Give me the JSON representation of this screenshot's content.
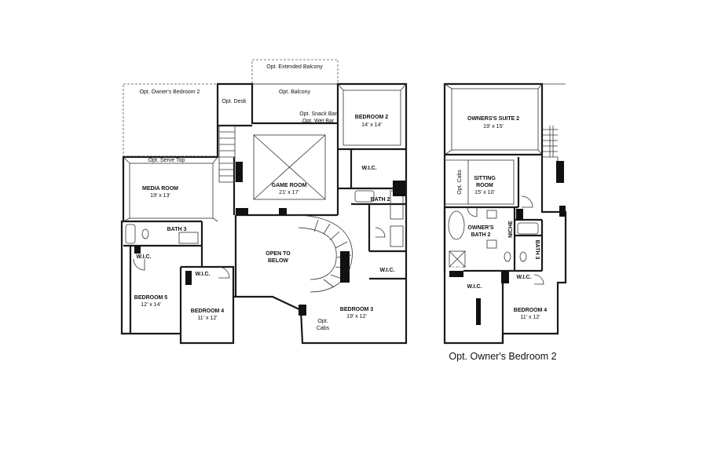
{
  "left_plan": {
    "opt_extended_balcony": "Opt. Extended Balcony",
    "opt_owners_bedroom_2": "Opt. Owner's Bedroom 2",
    "opt_balcony": "Opt. Balcony",
    "opt_desk": "Opt. Desk",
    "opt_snack_bar": "Opt. Snack Bar",
    "opt_wet_bar": "Opt. Wet Bar",
    "opt_serve_top": "Opt. Serve Top",
    "bedroom_2": {
      "name": "BEDROOM 2",
      "dims": "14' x 14'"
    },
    "media_room": {
      "name": "MEDIA ROOM",
      "dims": "19' x 13'"
    },
    "game_room": {
      "name": "GAME ROOM",
      "dims": "21' x 17'"
    },
    "wic_bed2": "W.I.C.",
    "bath_2": "BATH 2",
    "bath_3": "BATH 3",
    "wic_bed5": "W.I.C.",
    "wic_bed4": "W.I.C.",
    "open_to_below_1": "OPEN TO",
    "open_to_below_2": "BELOW",
    "wic_bed3": "W.I.C.",
    "bedroom_5": {
      "name": "BEDROOM 5",
      "dims": "12' x 14'"
    },
    "bedroom_4": {
      "name": "BEDROOM 4",
      "dims": "11' x 12'"
    },
    "bedroom_3": {
      "name": "BEDROOM 3",
      "dims": "19' x 12'"
    },
    "opt_cabs_1": "Opt.",
    "opt_cabs_2": "Cabs"
  },
  "right_plan": {
    "owners_suite_2": {
      "name": "OWNERS'S SUITE 2",
      "dims": "19' x 15'"
    },
    "sitting_room": {
      "name1": "SITTING",
      "name2": "ROOM",
      "dims": "15' x 10'"
    },
    "opt_cabs": "Opt. Cabs",
    "owners_bath_2": {
      "name1": "OWNER'S",
      "name2": "BATH 2"
    },
    "niche": "NICHE",
    "bath_3": "BATH 3",
    "seat": "SEAT",
    "wic_main": "W.I.C.",
    "wic_bed4": "W.I.C.",
    "bedroom_4": {
      "name": "BEDROOM 4",
      "dims": "11' x 12'"
    },
    "caption": "Opt. Owner's Bedroom 2"
  }
}
